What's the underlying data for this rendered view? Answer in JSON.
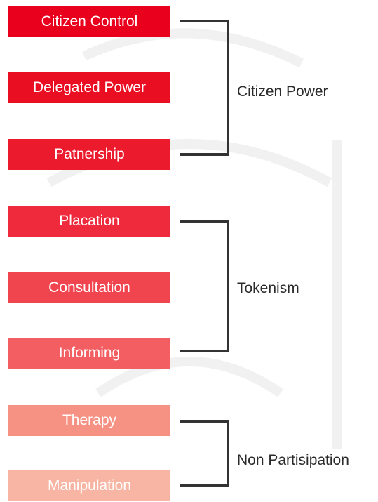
{
  "rungs": [
    {
      "label": "Citizen Control",
      "color": "#e8001c"
    },
    {
      "label": "Delegated Power",
      "color": "#e90e22"
    },
    {
      "label": "Patnership",
      "color": "#eb1a2d"
    },
    {
      "label": "Placation",
      "color": "#ee2a3c"
    },
    {
      "label": "Consultation",
      "color": "#f0444f"
    },
    {
      "label": "Informing",
      "color": "#f25e62"
    },
    {
      "label": "Therapy",
      "color": "#f69283"
    },
    {
      "label": "Manipulation",
      "color": "#f8b5a3"
    }
  ],
  "groups": [
    {
      "label": "Citizen Power",
      "bracket_color": "#333333"
    },
    {
      "label": "Tokenism",
      "bracket_color": "#333333"
    },
    {
      "label": "Non Partisipation",
      "bracket_color": "#333333"
    }
  ]
}
